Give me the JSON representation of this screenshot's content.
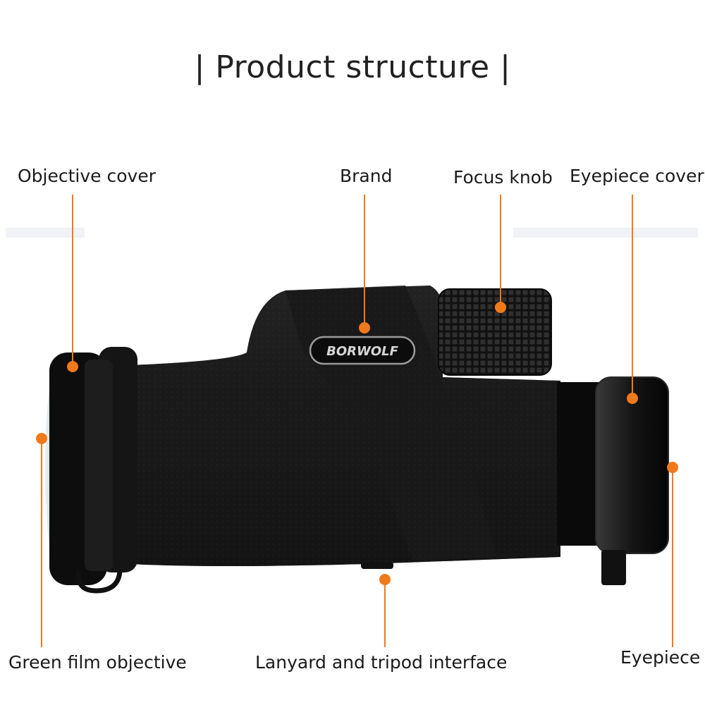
{
  "title": "| Product structure |",
  "brand_logo": "BORWOLF",
  "accent_color": "#f07a1a",
  "labels": {
    "objective_cover": "Objective cover",
    "brand": "Brand",
    "focus_knob": "Focus knob",
    "eyepiece_cover": "Eyepiece cover",
    "green_film_objective": "Green film objective",
    "lanyard_tripod": "Lanyard and tripod interface",
    "eyepiece": "Eyepiece"
  }
}
